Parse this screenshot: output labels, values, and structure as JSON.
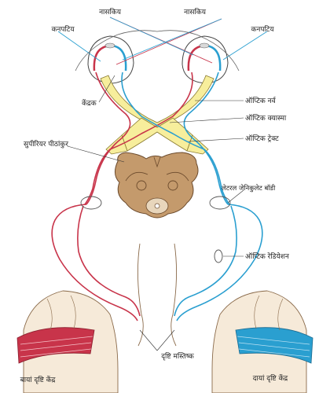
{
  "labels": {
    "nasika_left": "नासकिय",
    "nasika_right": "नासकिय",
    "kanpatiya_left": "कनपटिय",
    "kanpatiya_right": "कनपटिय",
    "kendrak": "केंद्रक",
    "optic_nerve": "ऑप्टिक नर्व",
    "optic_chiasma": "ऑप्टिक क्यास्मा",
    "optic_tract": "ऑप्टिक ट्रेक्ट",
    "superior_colliculus": "सुपीरियर पीठांकुर",
    "lateral_geniculate": "लेटरल जेनिकुलेट बॉडी",
    "optic_radiation": "ऑप्टिक रेडियेशन",
    "visual_cortex": "दृष्टि मस्तिष्क",
    "left_visual_centre": "बायां दृष्टि केंद्र",
    "right_visual_centre": "दायां दृष्टि केंद्र"
  },
  "colors": {
    "red_pathway": "#c8344a",
    "blue_pathway": "#2a9fd0",
    "optic_yellow": "#f7ee9c",
    "brainstem": "#c49a6c",
    "brainstem_outline": "#6b4a2c",
    "cortex_fill": "#f6ead9",
    "leader_line": "#333333"
  }
}
